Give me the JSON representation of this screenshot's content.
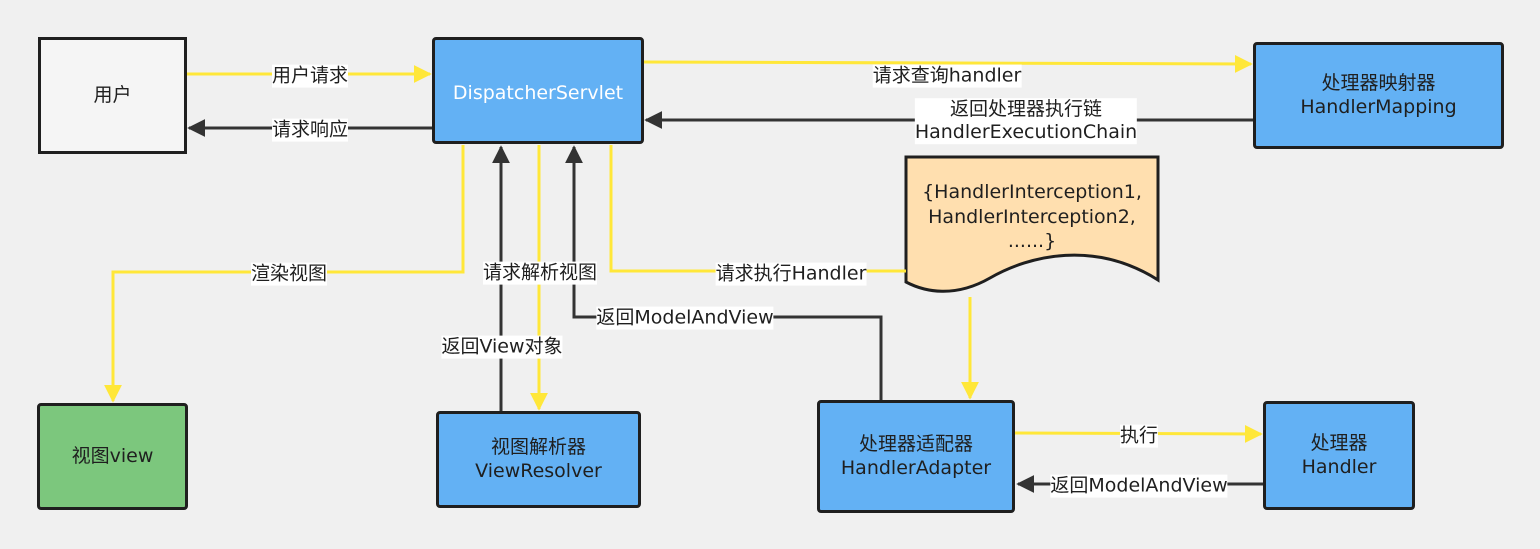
{
  "nodes": {
    "user": "用户",
    "dispatcher": "DispatcherServlet",
    "mapping": [
      "处理器映射器",
      "HandlerMapping"
    ],
    "view": "视图view",
    "resolver": [
      "视图解析器",
      "ViewResolver"
    ],
    "adapter": [
      "处理器适配器",
      "HandlerAdapter"
    ],
    "handler": [
      "处理器",
      "Handler"
    ],
    "interceptors": [
      "{HandlerInterception1,",
      "HandlerInterception2,",
      "......}"
    ]
  },
  "edges": {
    "user_request": "用户请求",
    "request_response": "请求响应",
    "query_handler": "请求查询handler",
    "return_chain": [
      "返回处理器执行链",
      "HandlerExecutionChain"
    ],
    "render_view": "渲染视图",
    "resolve_view": "请求解析视图",
    "return_view_obj": "返回View对象",
    "execute_handler": "请求执行Handler",
    "return_mav_dispatcher": "返回ModelAndView",
    "execute": "执行",
    "return_mav_adapter": "返回ModelAndView"
  },
  "colors": {
    "node_blue": "#63b1f4",
    "node_green": "#7cc77d",
    "node_white": "#f5f5f5",
    "doc_orange": "#ffdfaf",
    "request_arrow": "#ffe739",
    "response_arrow": "#333333"
  }
}
